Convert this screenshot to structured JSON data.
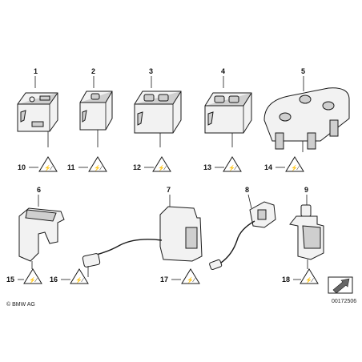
{
  "labels": {
    "p1": "1",
    "p2": "2",
    "p3": "3",
    "p4": "4",
    "p5": "5",
    "p6": "6",
    "p7": "7",
    "p8": "8",
    "p9": "9",
    "p10": "10",
    "p11": "11",
    "p12": "12",
    "p13": "13",
    "p14": "14",
    "p15": "15",
    "p16": "16",
    "p17": "17",
    "p18": "18"
  },
  "footer": {
    "copyright": "© BMW AG",
    "diagram_number": "00172506"
  },
  "icons": {
    "plug_warning": "connector-triangle-icon",
    "arrow": "direction-arrow-icon"
  }
}
